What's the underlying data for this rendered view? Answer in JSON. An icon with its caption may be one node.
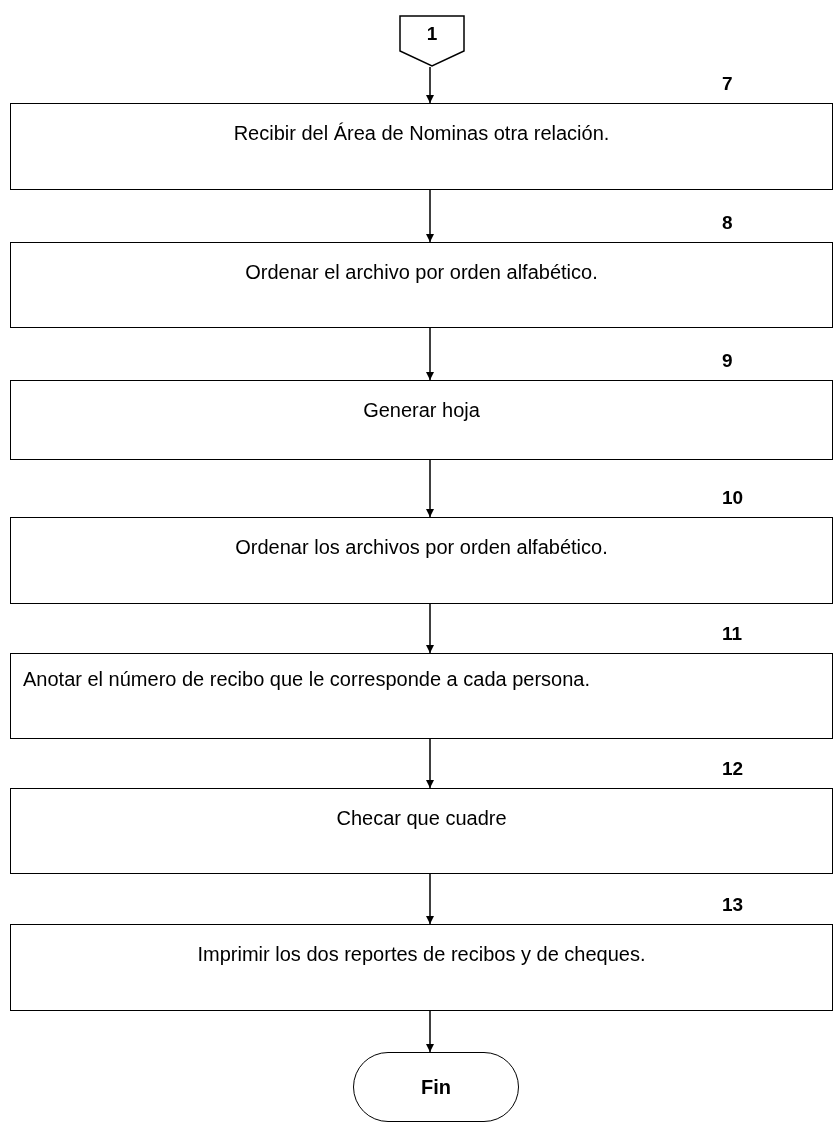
{
  "diagram": {
    "nodes": [
      {
        "text": [
          "1"
        ]
      },
      {
        "text": [
          "Recibir del Área de Nominas otra relación."
        ],
        "beside": [
          "7"
        ]
      },
      {
        "text": [
          "Ordenar el archivo por orden alfabético."
        ],
        "beside": [
          "8"
        ]
      },
      {
        "text": [
          "Generar hoja"
        ],
        "beside": [
          "9"
        ]
      },
      {
        "text": [
          "Ordenar los archivos por orden alfabético."
        ],
        "beside": [
          "10"
        ]
      },
      {
        "text": [
          "Anotar el número de recibo que le corresponde a cada persona."
        ],
        "beside": [
          "11"
        ]
      },
      {
        "text": [
          "Checar que cuadre"
        ],
        "beside": [
          "12"
        ]
      },
      {
        "text": [
          "Imprimir los dos reportes de recibos y de cheques."
        ],
        "beside": [
          "13"
        ]
      },
      {
        "text": [
          "Fin"
        ]
      }
    ],
    "edges": [
      {
        "from": 0,
        "to": 1,
        "arrow": "to"
      },
      {
        "from": 1,
        "to": 2,
        "arrow": "to"
      },
      {
        "from": 2,
        "to": 3,
        "arrow": "to"
      },
      {
        "from": 3,
        "to": 4,
        "arrow": "to"
      },
      {
        "from": 4,
        "to": 5,
        "arrow": "to"
      },
      {
        "from": 5,
        "to": 6,
        "arrow": "to"
      },
      {
        "from": 6,
        "to": 7,
        "arrow": "to"
      },
      {
        "from": 7,
        "to": 8,
        "arrow": "to"
      }
    ]
  }
}
